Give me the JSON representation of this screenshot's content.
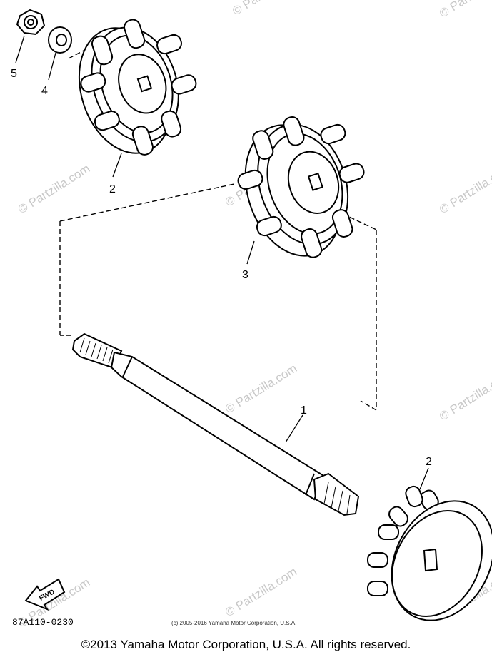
{
  "watermark": "© Partzilla.com",
  "callouts": {
    "shaft": "1",
    "sprocket_upper": "2",
    "sprocket_lower": "2",
    "sprocket_middle": "3",
    "washer": "4",
    "nut": "5"
  },
  "fwd_label": "FWD",
  "diagram_code": "87A110-0230",
  "small_notice": "(c) 2005-2016 Yamaha Motor Corporation, U.S.A.",
  "copyright": "©2013 Yamaha Motor Corporation, U.S.A. All rights reserved."
}
